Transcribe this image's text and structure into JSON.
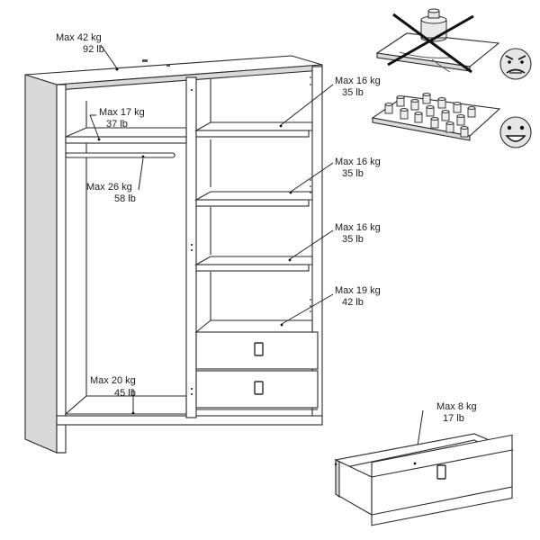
{
  "labels": {
    "top": {
      "kg": "Max 42 kg",
      "lb": "92 lb"
    },
    "hat_shelf": {
      "kg": "Max 17 kg",
      "lb": "37 lb"
    },
    "rail": {
      "kg": "Max 26 kg",
      "lb": "58 lb"
    },
    "bottom_left": {
      "kg": "Max 20 kg",
      "lb": "45 lb"
    },
    "shelf_1": {
      "kg": "Max 16 kg",
      "lb": "35 lb"
    },
    "shelf_2": {
      "kg": "Max 16 kg",
      "lb": "35 lb"
    },
    "shelf_3": {
      "kg": "Max 16 kg",
      "lb": "35 lb"
    },
    "shelf_4": {
      "kg": "Max 19 kg",
      "lb": "42 lb"
    },
    "drawer": {
      "kg": "Max 8 kg",
      "lb": "17 lb"
    }
  },
  "icons": {
    "wrong": "crossed-out-concentrated-load-icon",
    "right": "evenly-distributed-load-icon",
    "angry": "angry-face-icon",
    "happy": "happy-face-icon"
  },
  "colors": {
    "line": "#2a2a2a",
    "face": "#e6e6e6",
    "panel": "#d9d9d9"
  }
}
